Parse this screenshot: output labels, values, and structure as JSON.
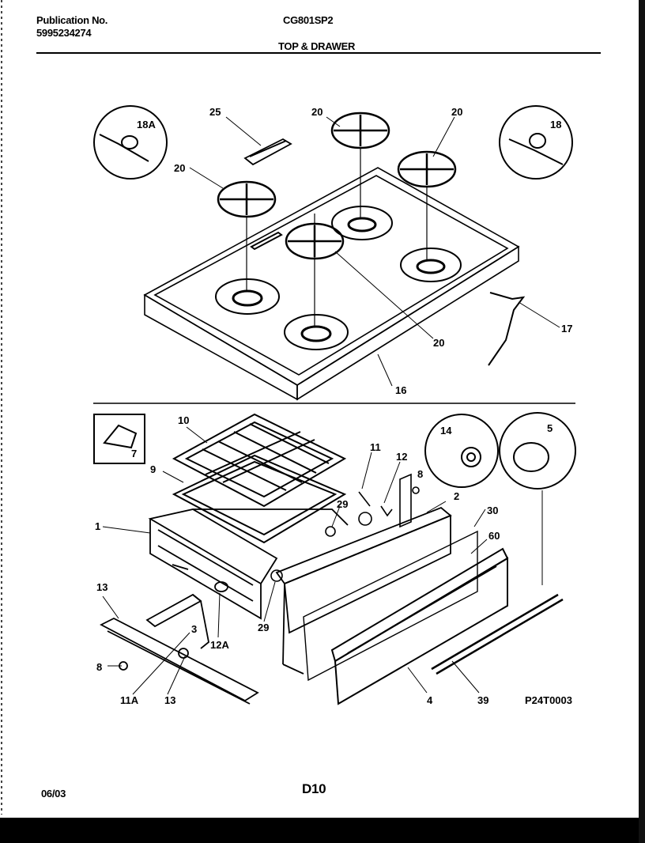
{
  "header": {
    "publication_label": "Publication No.",
    "publication_number": "5995234274",
    "model": "CG801SP2",
    "section_title": "TOP & DRAWER"
  },
  "callouts": {
    "c18A": "18A",
    "c25": "25",
    "c20a": "20",
    "c20b": "20",
    "c20c": "20",
    "c20d": "20",
    "c18": "18",
    "c17": "17",
    "c16": "16",
    "c10": "10",
    "c7": "7",
    "c9": "9",
    "c1": "1",
    "c11": "11",
    "c12": "12",
    "c8a": "8",
    "c14": "14",
    "c5": "5",
    "c2": "2",
    "c30": "30",
    "c60": "60",
    "c29a": "29",
    "c29b": "29",
    "c13a": "13",
    "c13b": "13",
    "c3": "3",
    "c12A": "12A",
    "c8b": "8",
    "c11A": "11A",
    "c4": "4",
    "c39": "39"
  },
  "figure_code": "P24T0003",
  "footer": {
    "date": "06/03",
    "page": "D10"
  }
}
